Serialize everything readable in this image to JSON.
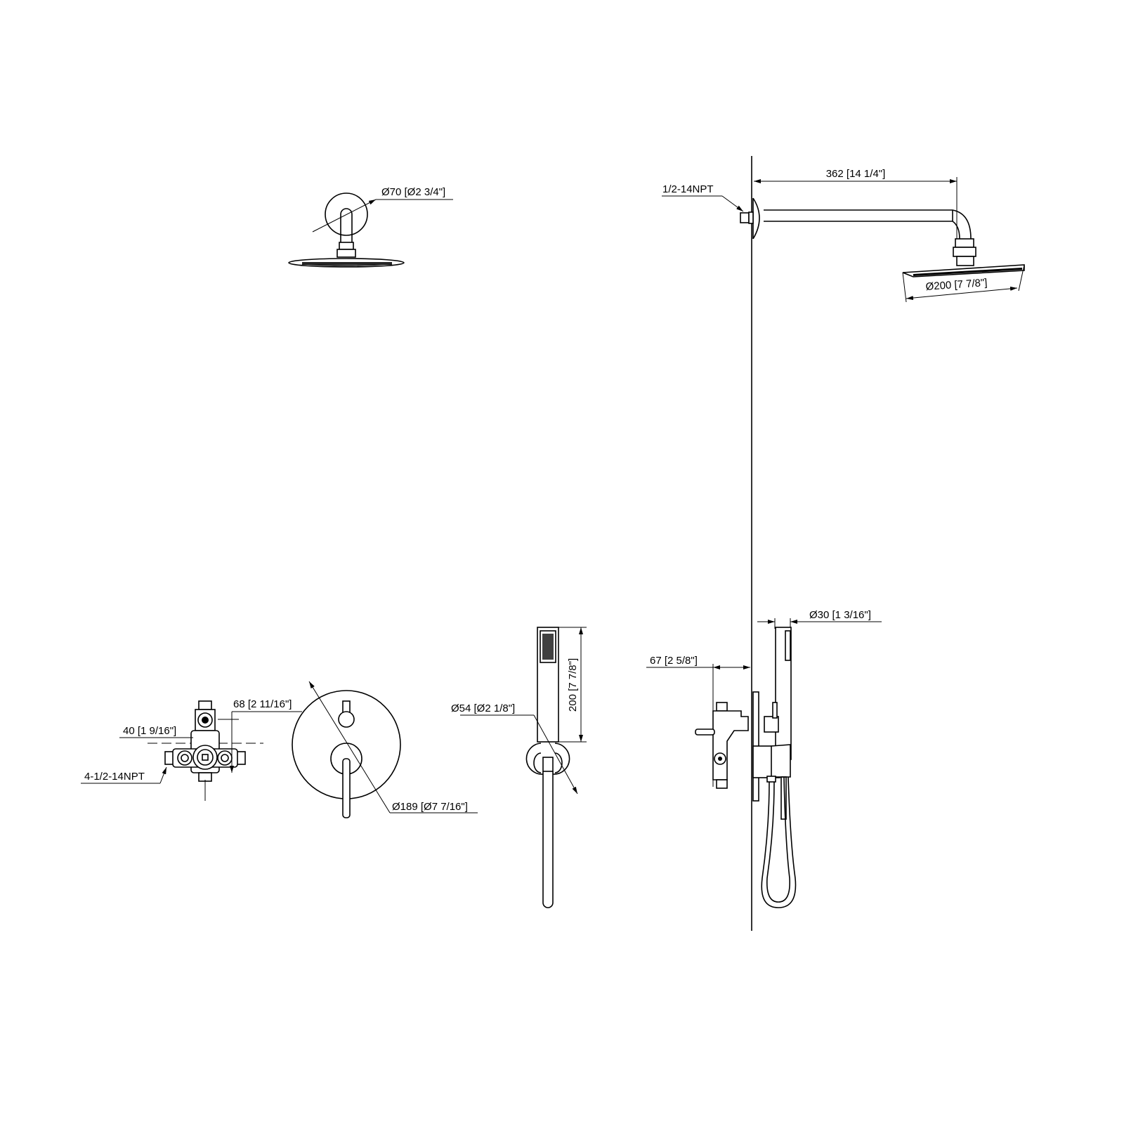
{
  "drawing": {
    "colors": {
      "line": "#000000",
      "background": "#ffffff"
    },
    "top_front_view": {
      "flange_diameter": "Ø70 [Ø2 3/4\"]"
    },
    "top_side_view": {
      "arm_length": "362 [14 1/4\"]",
      "inlet_thread": "1/2-14NPT",
      "head_diameter": "Ø200 [7 7/8\"]"
    },
    "valve_body": {
      "dim_40": "40 [1 9/16\"]",
      "dim_68": "68 [2 11/16\"]",
      "ports": "4-1/2-14NPT"
    },
    "trim_plate": {
      "diameter": "Ø189 [Ø7 7/16\"]"
    },
    "hand_shower": {
      "holder_diameter": "Ø54 [Ø2 1/8\"]",
      "length": "200 [7 7/8\"]"
    },
    "side_assembly": {
      "handle_diameter": "Ø30 [1 3/16\"]",
      "wall_depth": "67 [2 5/8\"]"
    }
  }
}
